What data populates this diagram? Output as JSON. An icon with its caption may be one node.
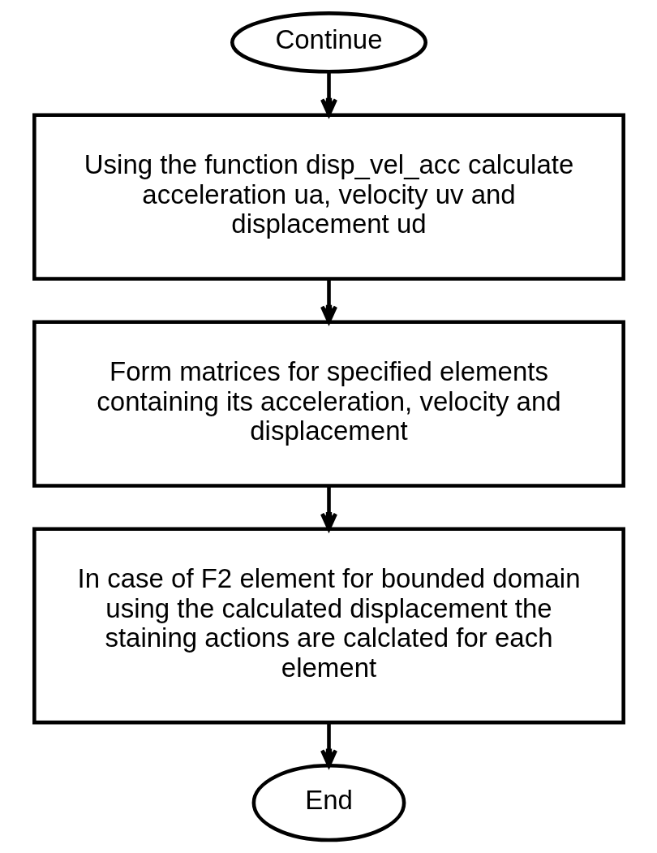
{
  "diagram": {
    "nodes": [
      {
        "text": [
          "Continue"
        ]
      },
      {
        "text": [
          "Using the function disp_vel_acc calculate acceleration ua, velocity uv and displacement ud"
        ]
      },
      {
        "text": [
          "Form matrices for specified elements containing its acceleration, velocity and displacement"
        ]
      },
      {
        "text": [
          "In case of F2 element for bounded domain using the calculated displacement the staining actions are calclated for each element"
        ]
      },
      {
        "text": [
          "End"
        ]
      }
    ],
    "edges": [
      {
        "from": 0,
        "to": 1,
        "arrow": "to"
      },
      {
        "from": 1,
        "to": 2,
        "arrow": "to"
      },
      {
        "from": 2,
        "to": 3,
        "arrow": "to"
      },
      {
        "from": 3,
        "to": 4,
        "arrow": "to"
      }
    ]
  }
}
